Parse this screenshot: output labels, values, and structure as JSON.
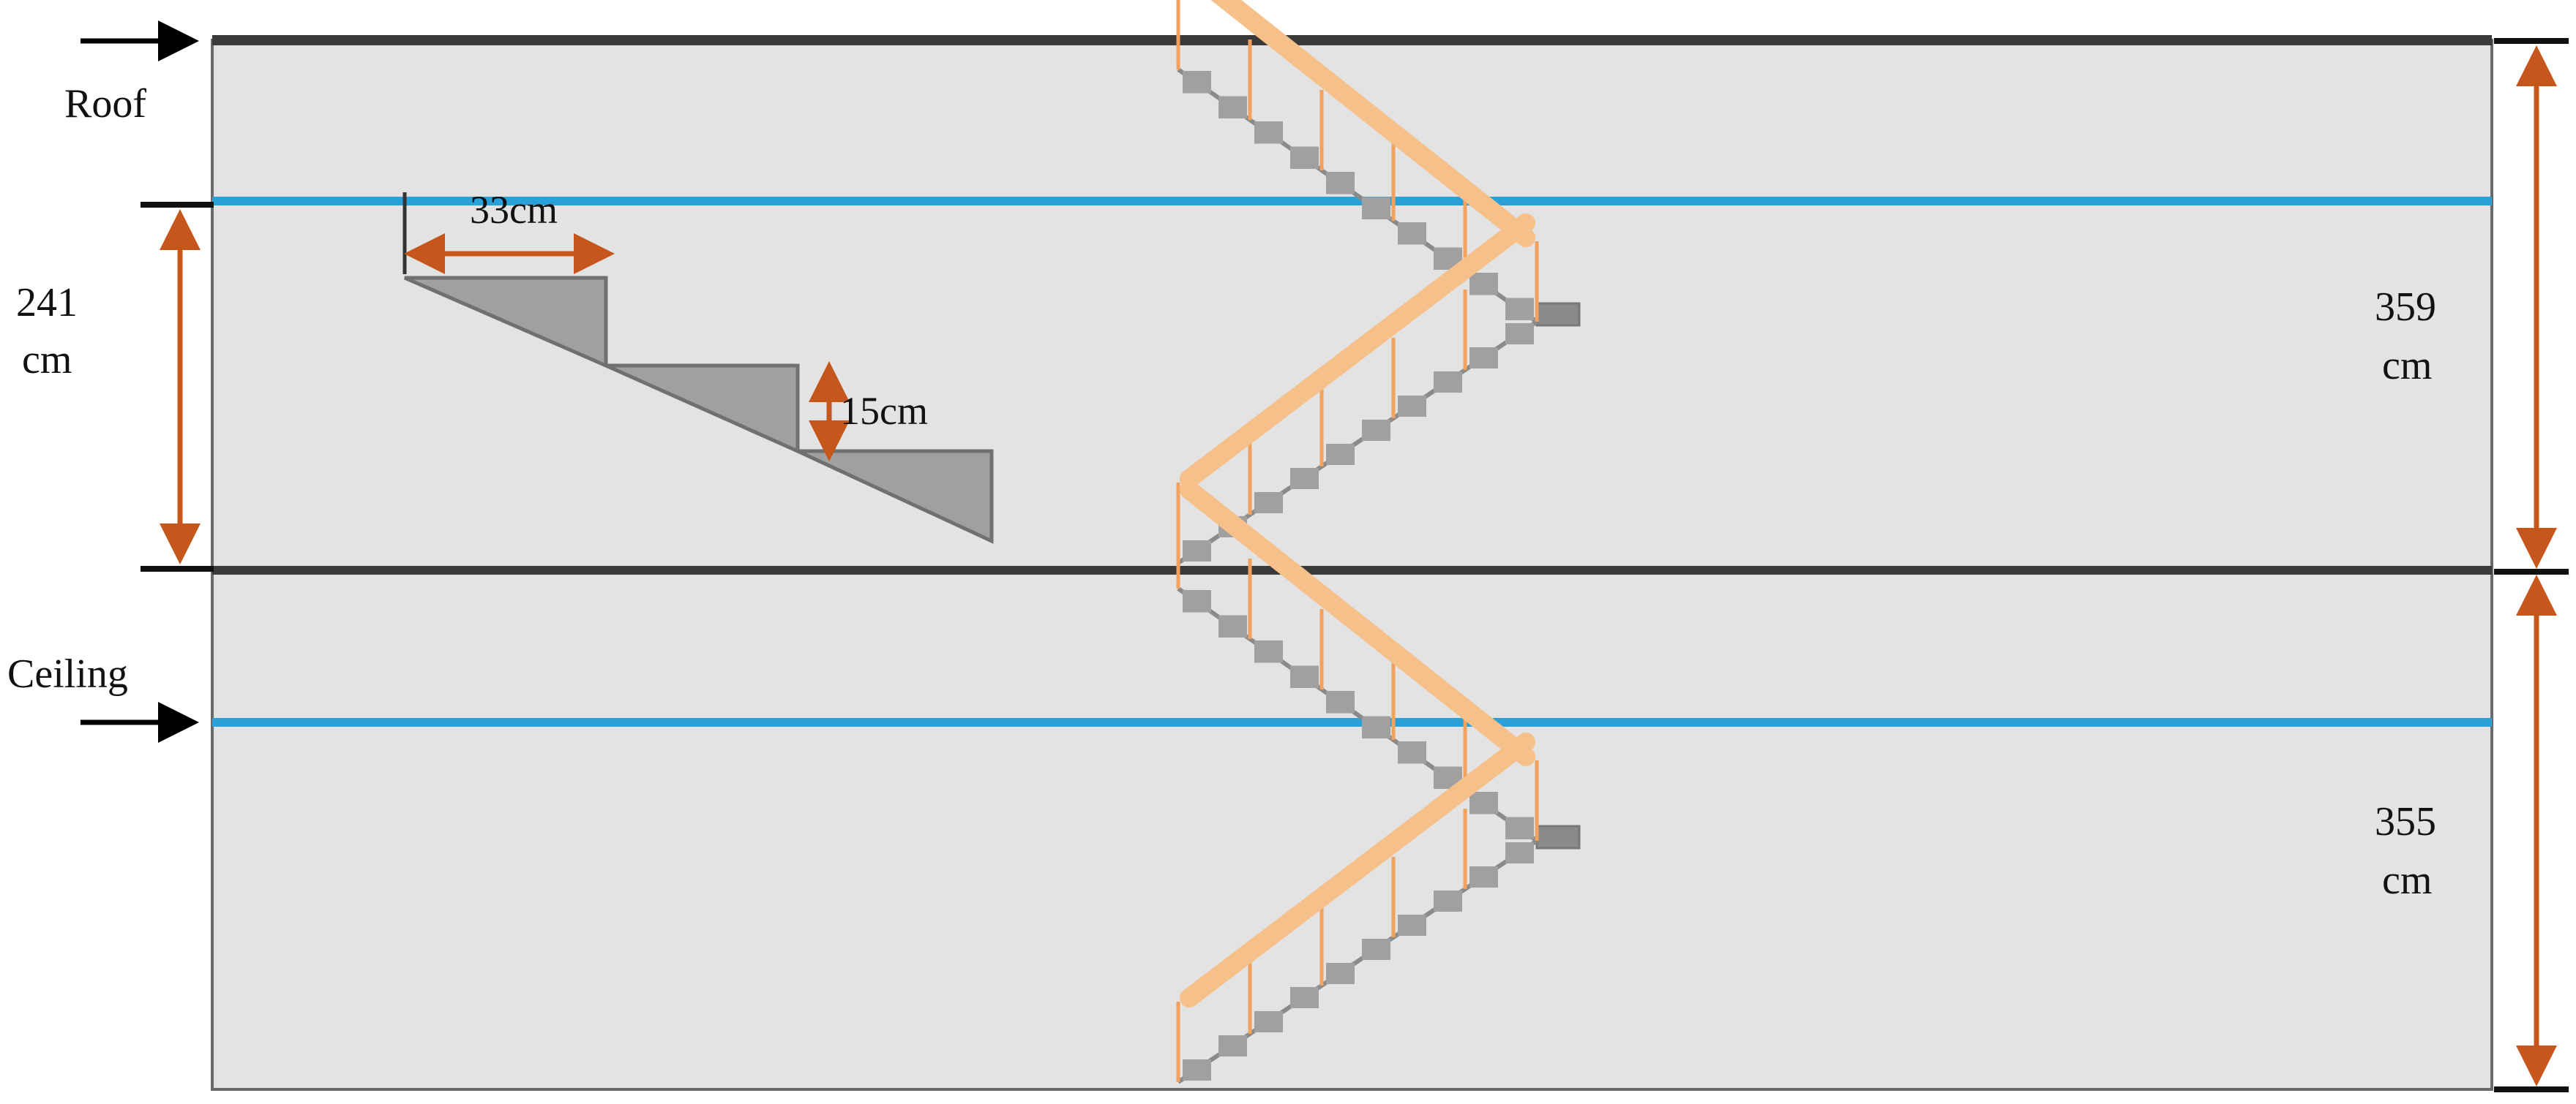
{
  "labels": {
    "roof": "Roof",
    "ceiling": "Ceiling",
    "left_height_value": "241",
    "left_height_unit": "cm",
    "upper_floor_value": "359",
    "upper_floor_unit": "cm",
    "lower_floor_value": "355",
    "lower_floor_unit": "cm",
    "tread_depth": "33cm",
    "riser_height": "15cm"
  },
  "colors": {
    "building_fill": "#e3e3e3",
    "floor_line": "#3a3a3a",
    "ceiling_line": "#2aa0d8",
    "dimension_arrow": "#c5561c",
    "indicator_arrow": "#000000",
    "stair_step": "#a0a0a0",
    "stair_step_dark": "#8a8a8a",
    "handrail": "#f6c08a",
    "baluster": "#f2a25c"
  }
}
